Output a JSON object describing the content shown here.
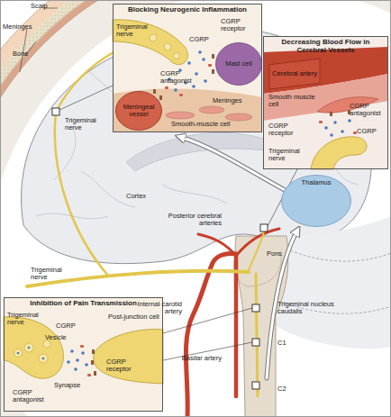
{
  "diagram": {
    "nodes": [
      {
        "text": [
          "Blocking Neurogenic Inflammation"
        ]
      },
      {
        "text": [
          "Mast cell"
        ],
        "in": 0
      },
      {
        "text": [
          "Meningeal vessel"
        ],
        "in": 0
      },
      {
        "text": [
          "Decreasing Blood Flow in Cerebral Vessels"
        ]
      },
      {
        "text": [
          "Cerebral artery"
        ],
        "in": 3
      },
      {
        "text": [
          "Thalamus"
        ]
      },
      {
        "text": [
          "Inhibition of Pain Transmission"
        ]
      }
    ],
    "labels": [
      "Scalp",
      "Meninges",
      "Bone",
      "Trigeminal nerve",
      "Cortex",
      "Posterior cerebral arteries",
      "Pons",
      "Trigeminal nerve",
      "Internal carotid artery",
      "Trigeminal nucleus caudalis",
      "C1",
      "C2",
      "Basilar artery",
      "Trigeminal nerve",
      "CGRP",
      "CGRP receptor",
      "CGRP antagonist",
      "Meninges",
      "Smooth-muscle cell",
      "Smooth muscle cell",
      "CGRP antagonist",
      "CGRP",
      "CGRP receptor",
      "Trigeminal nerve",
      "Trigeminal nerve",
      "CGRP",
      "Vesicle",
      "Post-junction cell",
      "Synapse",
      "CGRP receptor",
      "CGRP antagonist"
    ]
  }
}
